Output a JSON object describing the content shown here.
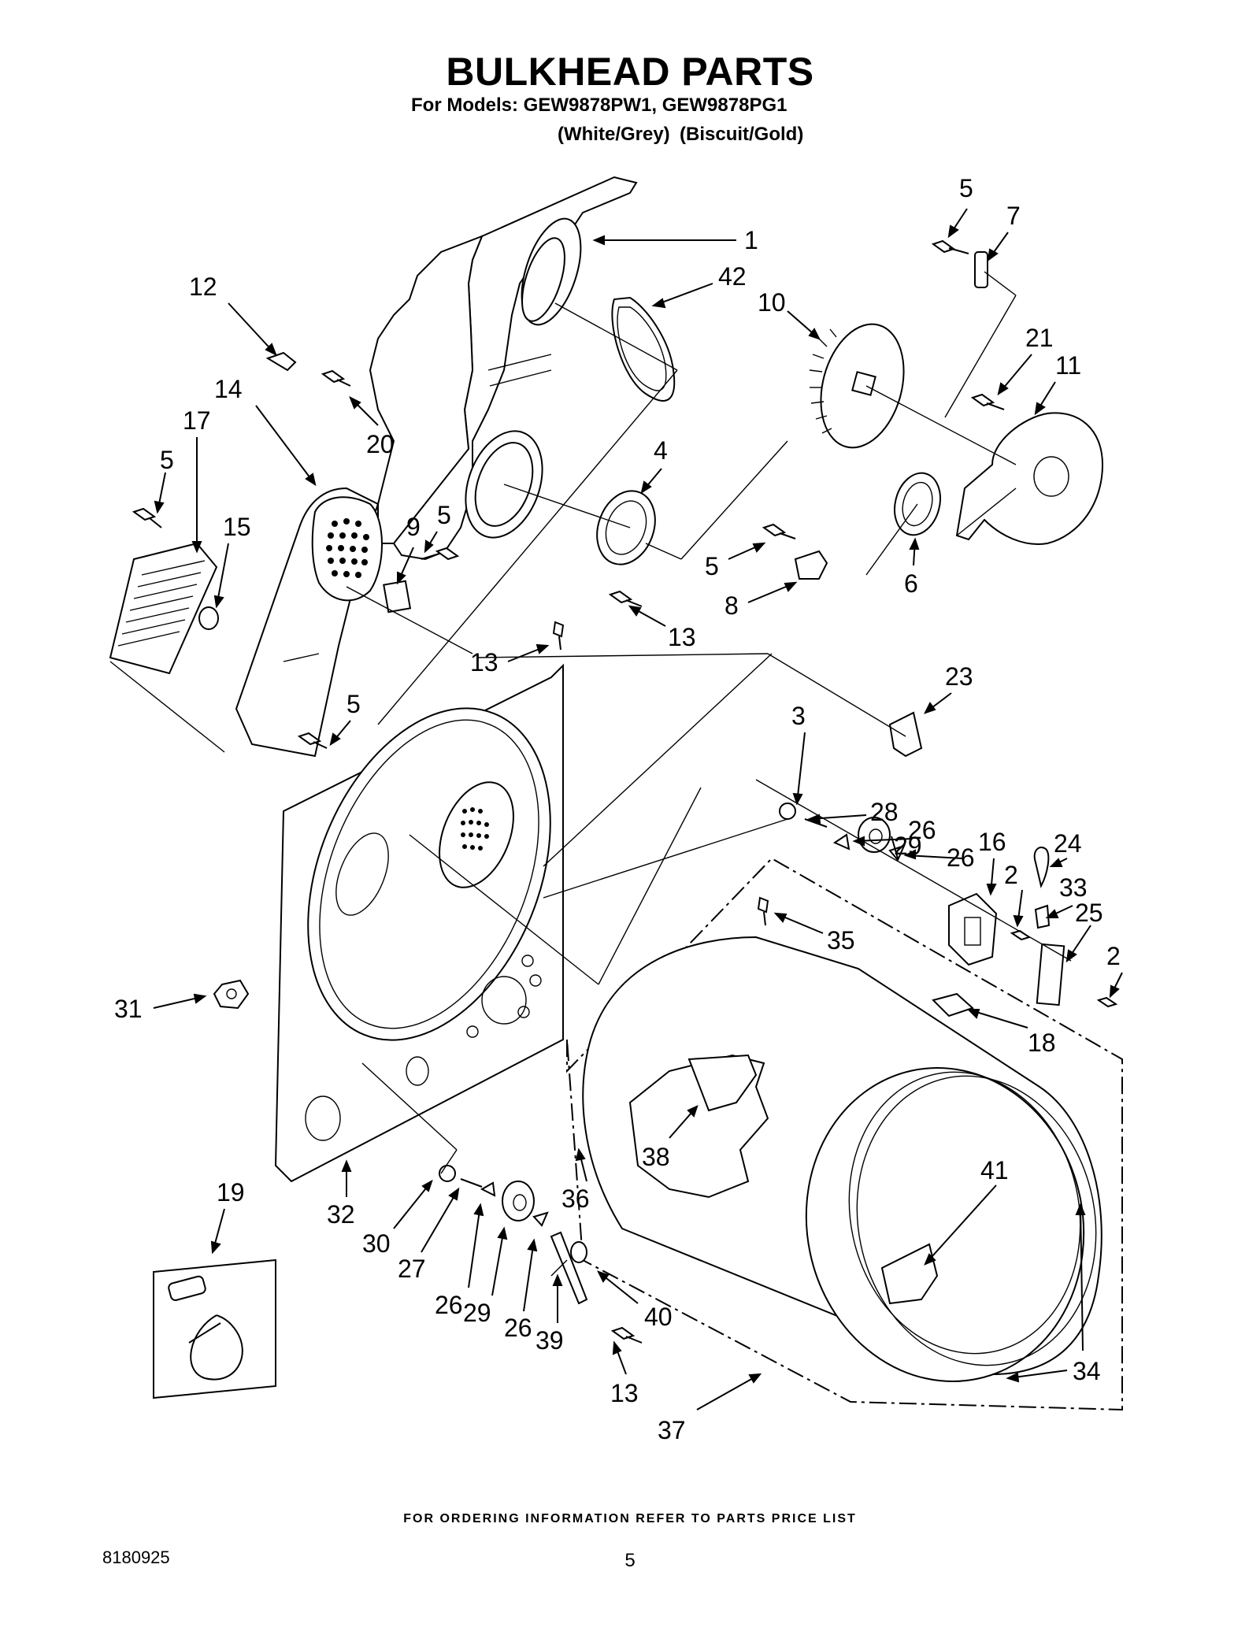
{
  "header": {
    "title": "BULKHEAD PARTS",
    "models": "For Models: GEW9878PW1, GEW9878PG1",
    "color1": "(White/Grey)",
    "color2": "(Biscuit/Gold)"
  },
  "footer": {
    "ordering": "FOR ORDERING INFORMATION REFER TO PARTS PRICE LIST",
    "doc_number": "8180925",
    "page": "5"
  },
  "callouts": [
    "1",
    "42",
    "10",
    "5",
    "7",
    "21",
    "11",
    "12",
    "20",
    "14",
    "17",
    "5",
    "15",
    "9",
    "5",
    "4",
    "5",
    "8",
    "6",
    "13",
    "13",
    "23",
    "5",
    "3",
    "28",
    "26",
    "29",
    "26",
    "16",
    "24",
    "2",
    "33",
    "25",
    "2",
    "35",
    "31",
    "18",
    "38",
    "36",
    "41",
    "19",
    "32",
    "30",
    "27",
    "26",
    "29",
    "26",
    "39",
    "40",
    "13",
    "37",
    "34"
  ]
}
